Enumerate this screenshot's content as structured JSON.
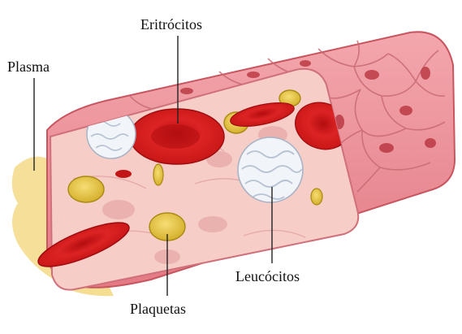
{
  "labels": {
    "eritrocitos": "Eritrócitos",
    "plasma": "Plasma",
    "leucocitos": "Leucócitos",
    "plaquetas": "Plaquetas"
  },
  "colors": {
    "vessel_outer": "#e9818a",
    "vessel_cell_fill": "#ef9aa2",
    "vessel_inner": "#f6cdc7",
    "red_cell": "#d91e1e",
    "red_cell_dark": "#9f0d10",
    "platelet": "#e7c63f",
    "platelet_edge": "#a88a12",
    "leukocyte": "#f1f4f8",
    "leukocyte_edge": "#a8b4c6",
    "plasma_spill": "#f5dc8e",
    "leader_line": "#222222"
  }
}
